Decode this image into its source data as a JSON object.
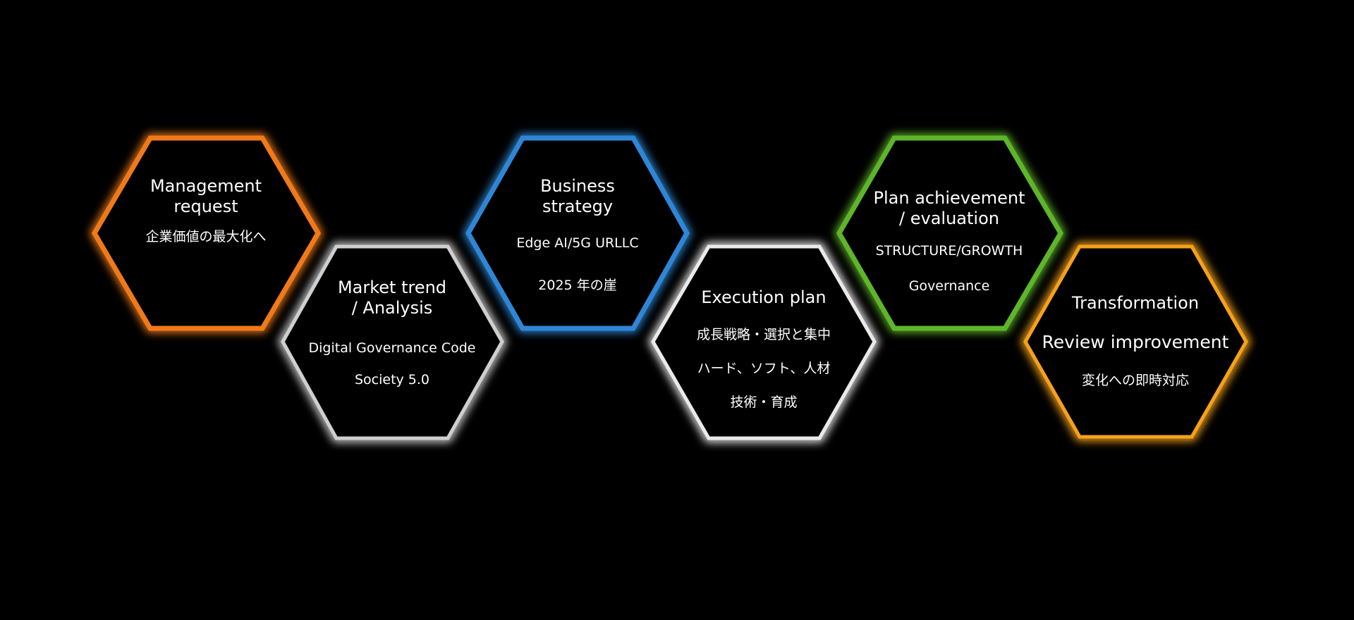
{
  "diagram": {
    "hexagons": [
      {
        "key": "management",
        "color": "#f07a1a",
        "title": [
          "Management",
          "request"
        ],
        "lines": [
          "企業価値の最大化へ"
        ]
      },
      {
        "key": "market",
        "color": "#cfcfcf",
        "title": [
          "Market trend",
          "/ Analysis"
        ],
        "lines": [
          "Digital Governance Code",
          "Society 5.0"
        ]
      },
      {
        "key": "business",
        "color": "#2f86d6",
        "title": [
          "Business",
          "strategy"
        ],
        "lines": [
          "Edge AI/5G URLLC",
          "2025 年の崖"
        ]
      },
      {
        "key": "execution",
        "color": "#eaeaea",
        "title": [
          "Execution plan"
        ],
        "lines": [
          "成長戦略・選択と集中",
          "ハード、ソフト、人材",
          "技術・育成"
        ]
      },
      {
        "key": "plan",
        "color": "#5fb52a",
        "title": [
          "Plan achievement",
          "/ evaluation"
        ],
        "lines": [
          "STRUCTURE/GROWTH",
          "Governance"
        ]
      },
      {
        "key": "transformation",
        "color": "#f5a11c",
        "title": [
          "Transformation",
          "Review improvement"
        ],
        "lines": [
          "変化への即時対応"
        ]
      }
    ]
  }
}
